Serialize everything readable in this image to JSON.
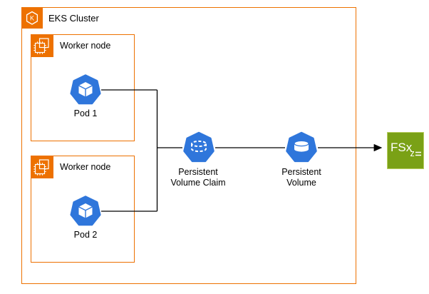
{
  "diagram": {
    "cluster": {
      "label": "EKS Cluster",
      "icon_letter": "K"
    },
    "worker_nodes": [
      {
        "label": "Worker node",
        "pod_label": "Pod 1"
      },
      {
        "label": "Worker node",
        "pod_label": "Pod 2"
      }
    ],
    "pvc": {
      "line1": "Persistent",
      "line2": "Volume Claim"
    },
    "pv": {
      "line1": "Persistent",
      "line2": "Volume"
    },
    "fsx": {
      "label": "FSx",
      "subscript": "z"
    }
  },
  "colors": {
    "aws_orange": "#ED7100",
    "k8s_blue": "#2F76DB",
    "fsx_green": "#7AA116",
    "fsx_green_border": "#B9CE62",
    "line_color": "#000000",
    "text_color": "#000000"
  }
}
